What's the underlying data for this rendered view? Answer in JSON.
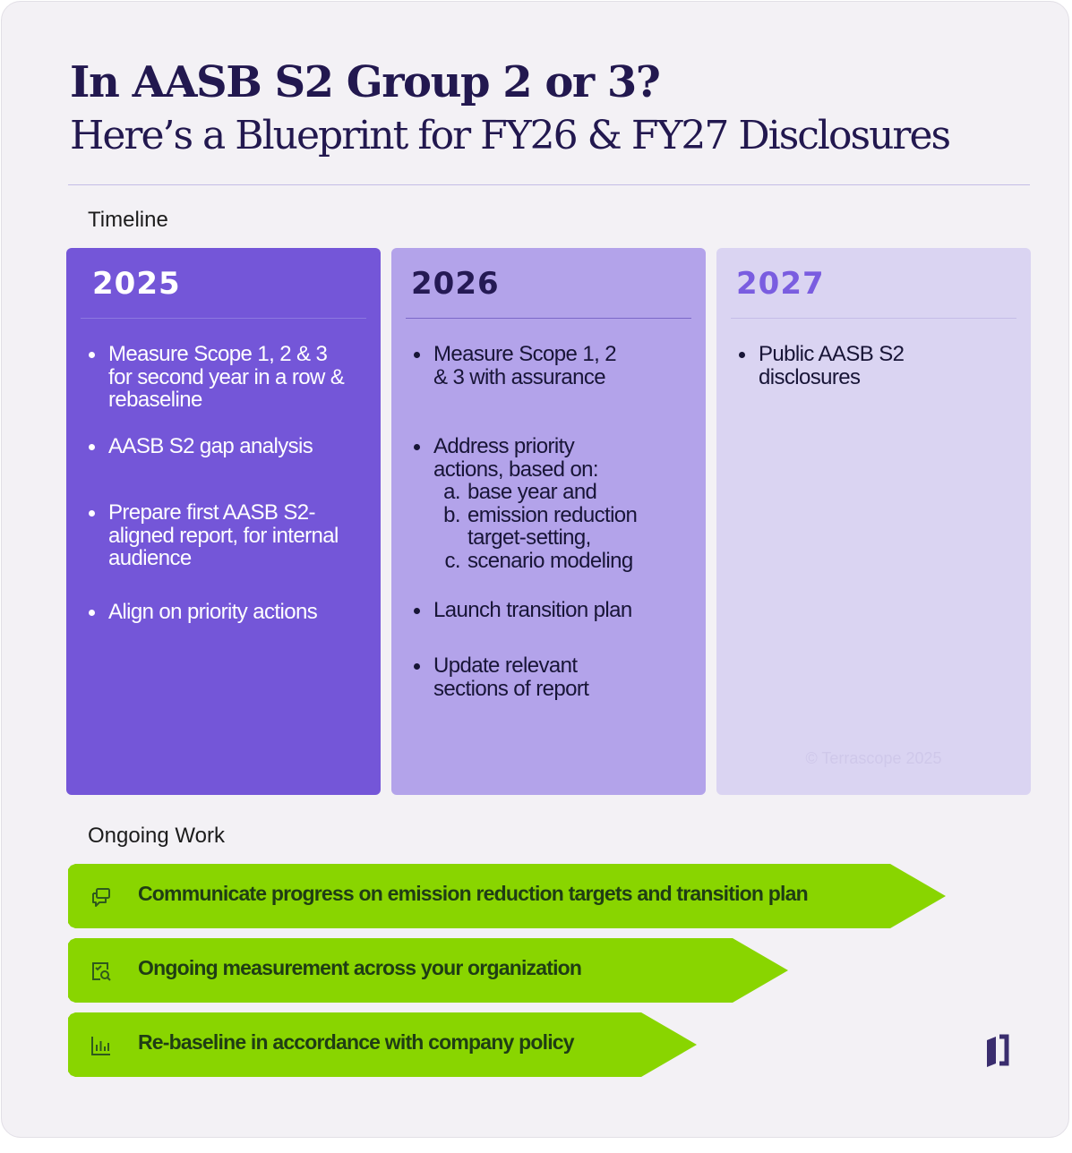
{
  "title": {
    "line1": "In AASB S2 Group 2 or 3?",
    "line2": "Here’s a Blueprint for FY26 & FY27 Disclosures"
  },
  "timeline": {
    "label": "Timeline",
    "columns": [
      {
        "year": "2025",
        "bullets": [
          "Measure Scope 1, 2 & 3 for second year in a row & rebaseline",
          "AASB S2 gap analysis",
          "Prepare first AASB S2-aligned report, for internal audience",
          "Align on priority actions"
        ]
      },
      {
        "year": "2026",
        "bullets": [
          "Measure Scope 1, 2 & 3 with assurance",
          "Address priority actions, based on:",
          "Launch transition plan",
          "Update relevant sections of report"
        ],
        "sub_items": [
          {
            "marker": "a.",
            "text": "base year and"
          },
          {
            "marker": "b.",
            "text": "emission reduction target-setting,"
          },
          {
            "marker": "c.",
            "text": "scenario modeling"
          }
        ]
      },
      {
        "year": "2027",
        "bullets": [
          "Public AASB S2 disclosures"
        ],
        "watermark": "© Terrascope 2025"
      }
    ]
  },
  "ongoing": {
    "label": "Ongoing Work",
    "items": [
      {
        "icon": "chat-bubbles-icon",
        "text": "Communicate progress on emission reduction targets and transition plan"
      },
      {
        "icon": "checklist-search-icon",
        "text": "Ongoing measurement across your organization"
      },
      {
        "icon": "bar-chart-icon",
        "text": "Re-baseline in accordance with company policy"
      }
    ]
  },
  "brand": {
    "logo_icon": "terrascope-logo-icon"
  },
  "colors": {
    "title": "#22184f",
    "col_2025": "#7456d8",
    "col_2026": "#b3a3ea",
    "col_2027": "#dad4f2",
    "arrow": "#89d500",
    "arrow_text": "#1f3d14"
  }
}
